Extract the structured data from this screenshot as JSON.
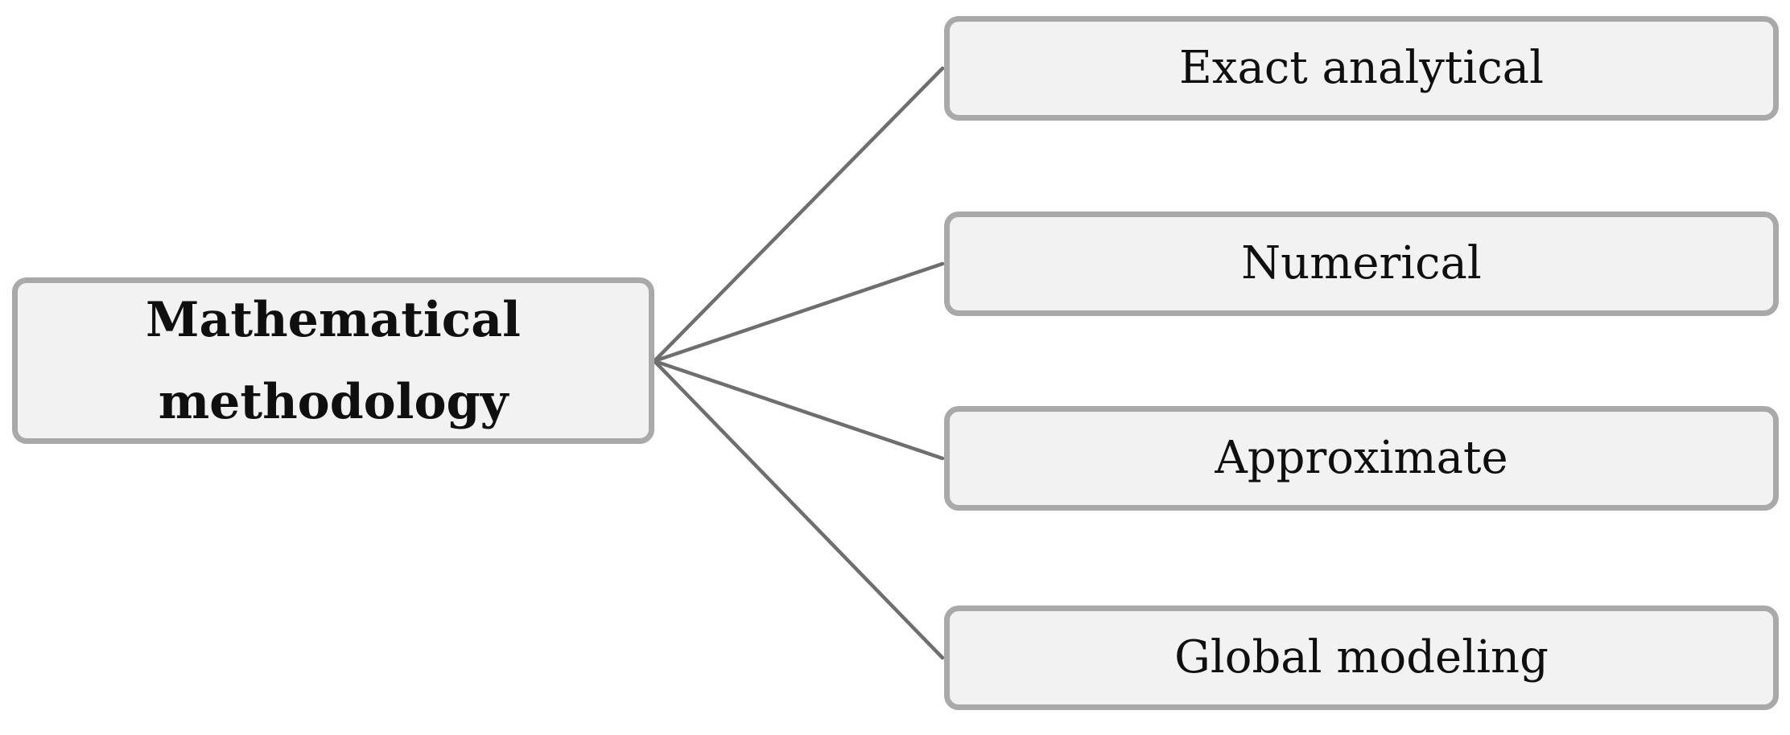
{
  "figure": {
    "root": {
      "label": "Mathematical methodology"
    },
    "branches": [
      {
        "label": "Exact analytical"
      },
      {
        "label": "Numerical"
      },
      {
        "label": "Approximate"
      },
      {
        "label": "Global modeling"
      }
    ],
    "colors": {
      "background": "#ffffff",
      "box_fill": "#f2f2f2",
      "box_border": "#a9a9a9",
      "connector": "#6e6e6e",
      "text": "#0f0f0f"
    }
  }
}
